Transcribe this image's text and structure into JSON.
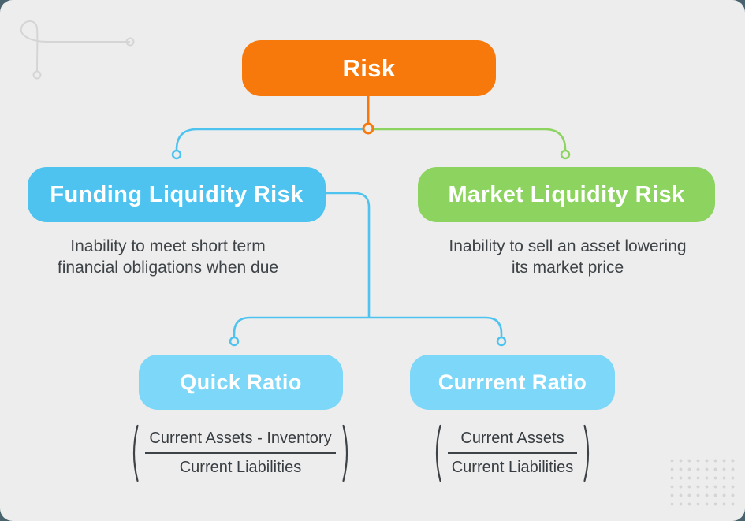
{
  "palette": {
    "canvas_bg": "#EDEDED",
    "outside_bg": "#48626E",
    "root_orange": "#F7790B",
    "funding_blue": "#4EC3F0",
    "market_green": "#8CD45F",
    "ratio_light_blue": "#7DD7F8",
    "text_dark": "#3E4347",
    "decoration_gray": "#D5D5D5"
  },
  "root": {
    "label": "Risk"
  },
  "branches": [
    {
      "label": "Funding Liquidity Risk",
      "desc1": "Inability to meet short term",
      "desc2": "financial obligations when due"
    },
    {
      "label": "Market Liquidity Risk",
      "desc1": "Inability to sell an asset lowering",
      "desc2": "its market price"
    }
  ],
  "ratios": [
    {
      "label": "Quick Ratio",
      "numerator": "Current Assets - Inventory",
      "denominator": "Current Liabilities"
    },
    {
      "label": "Currrent Ratio",
      "numerator": "Current Assets",
      "denominator": "Current Liabilities"
    }
  ],
  "decorations": {
    "top_left": "loop-squiggle",
    "bottom_right": "dot-grid"
  }
}
